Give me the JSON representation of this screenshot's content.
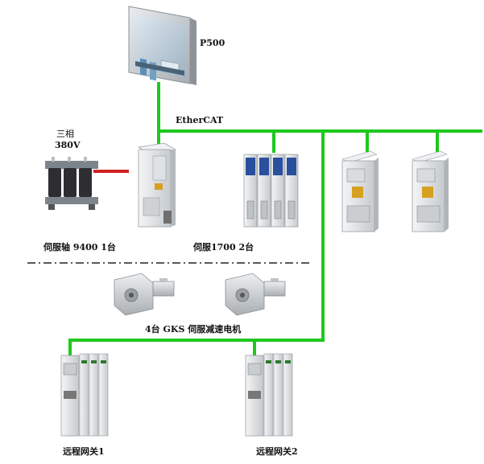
{
  "labels": {
    "hmi": "P500",
    "bus": "EtherCAT",
    "power_phase": "三相",
    "power_voltage": "380V",
    "servo_9400": "伺服轴 9400  1台",
    "servo_1700": "伺服1700  2台",
    "gear_motors": "4台 GKS 伺服减速电机",
    "gateway_1": "远程网关1",
    "gateway_2": "远程网关2"
  },
  "colors": {
    "bus_line": "#1ec81e",
    "power_link": "#d42020",
    "device_body": "#e6e8ea",
    "drive_blue": "#2a4f9e",
    "divider": "#222222"
  }
}
